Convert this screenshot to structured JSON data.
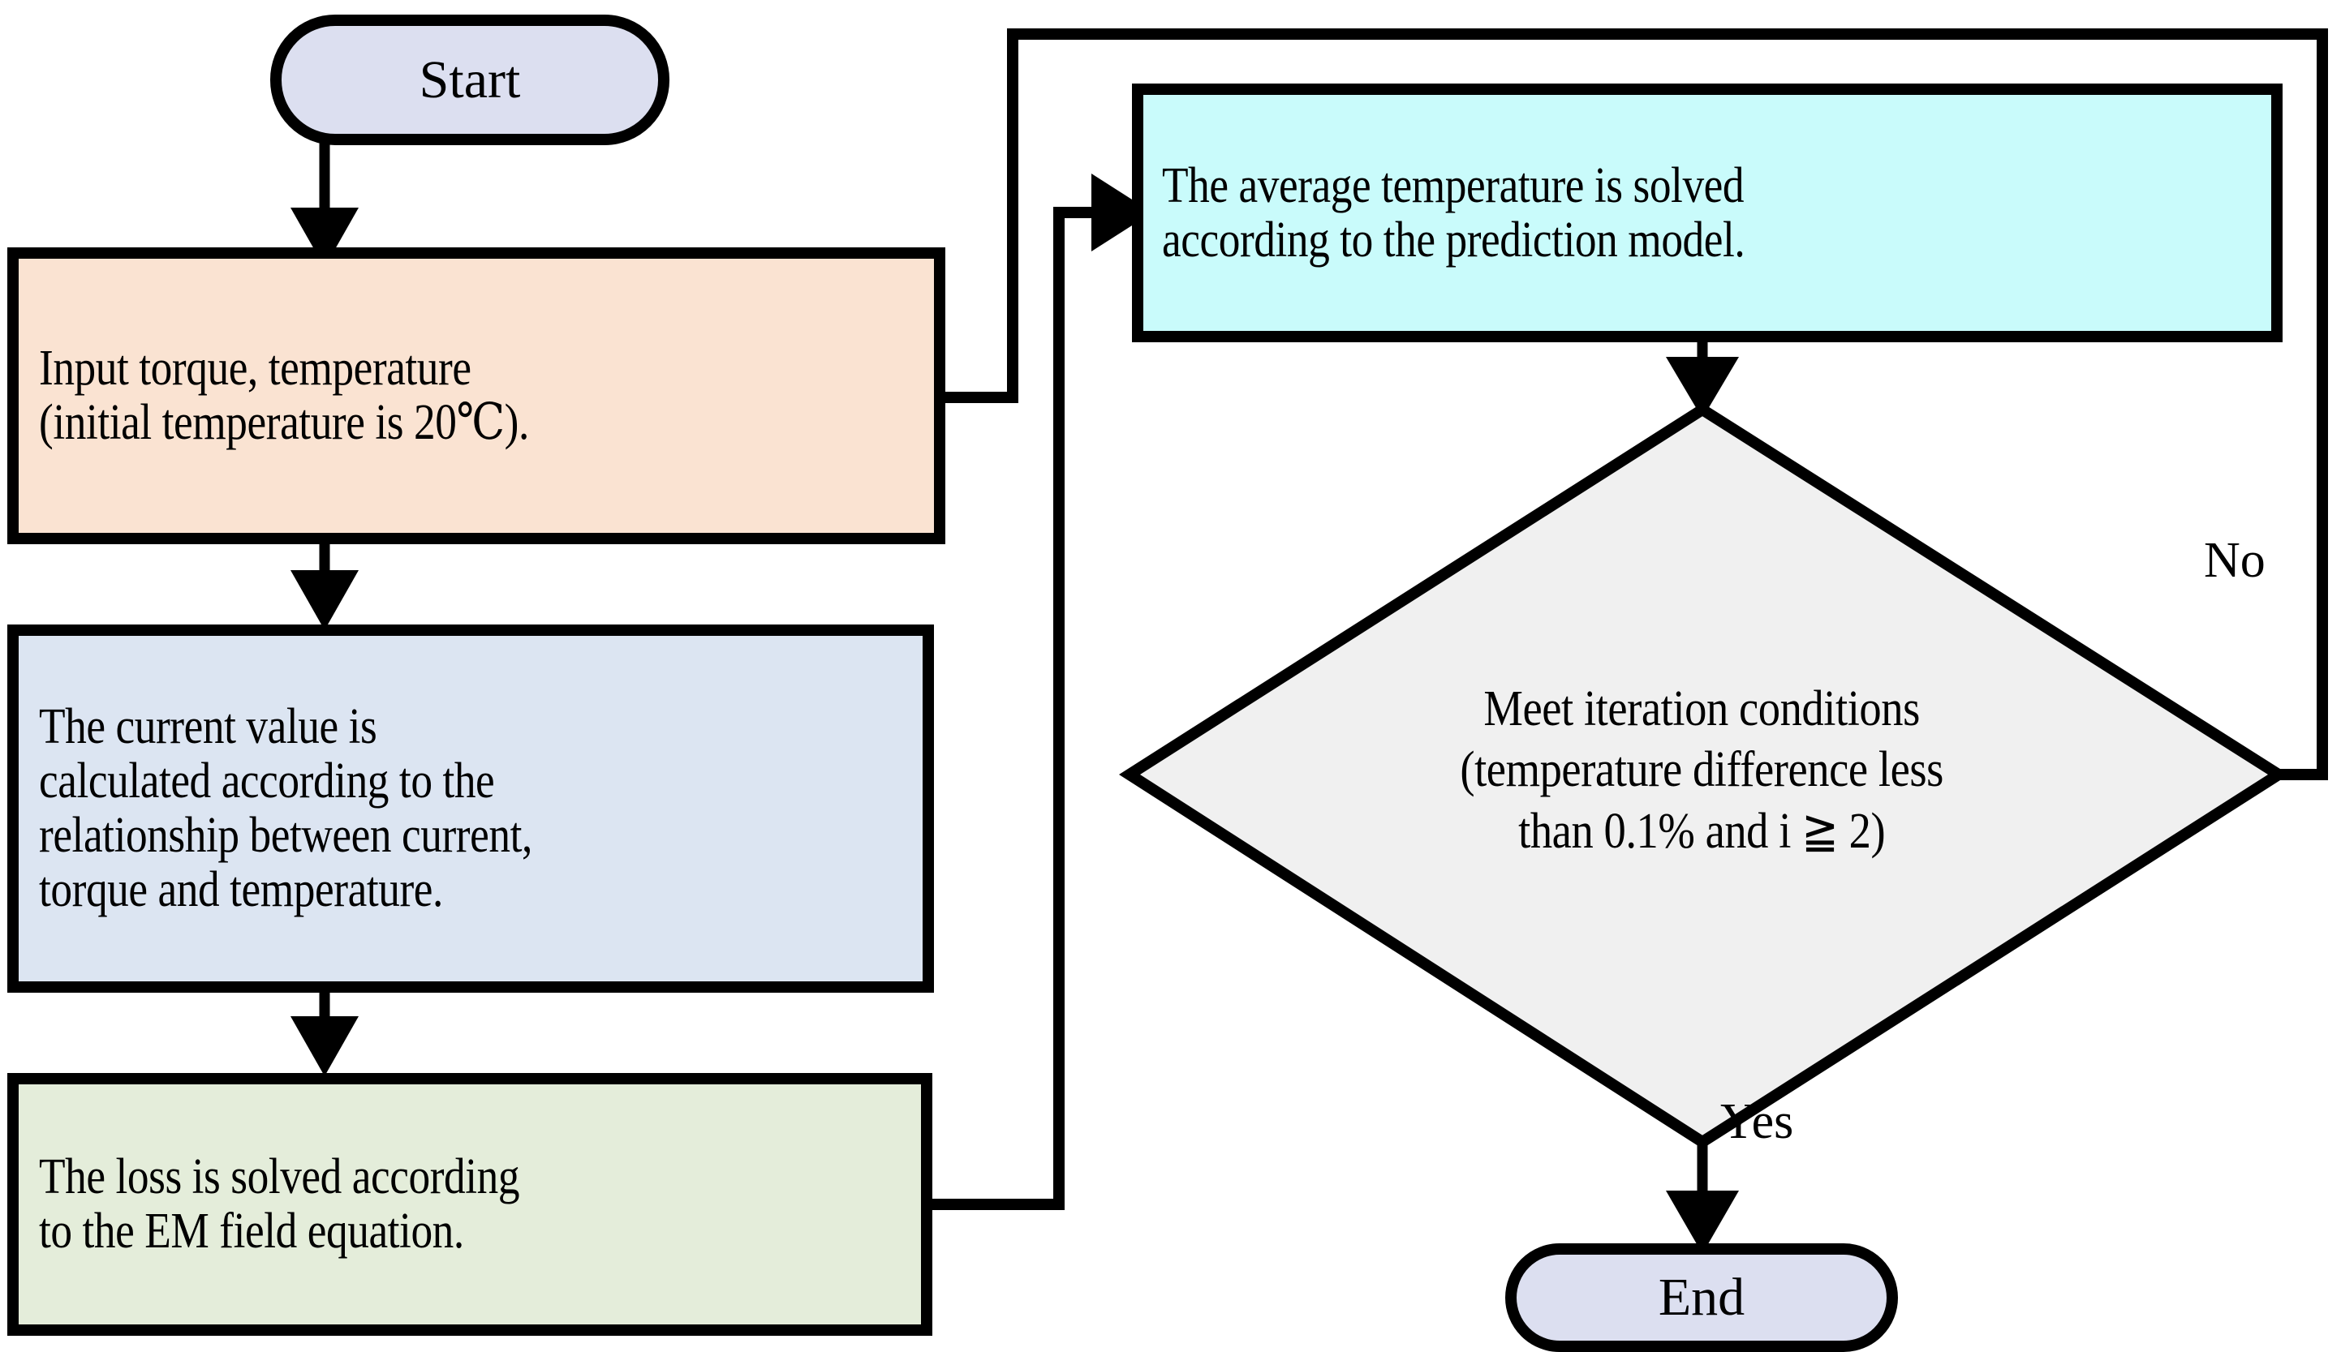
{
  "diagram": {
    "type": "flowchart",
    "title": "Iterative electromagnetic-thermal coupling calculation flowchart",
    "background_color": "#ffffff",
    "stroke_color": "#000000"
  },
  "nodes": {
    "start": {
      "label": "Start",
      "shape": "terminator",
      "fill": "#dcdff0"
    },
    "input": {
      "shape": "process",
      "fill": "#fae3d2",
      "line1": "Input torque, temperature",
      "line2": "(initial temperature is 20℃)."
    },
    "current": {
      "shape": "process",
      "fill": "#dce5f2",
      "line1": "The current value is",
      "line2": "calculated according to the",
      "line3": "relationship between current,",
      "line4": "torque and temperature."
    },
    "loss": {
      "shape": "process",
      "fill": "#e4edda",
      "line1": "The loss is solved according",
      "line2": "to the EM field equation."
    },
    "average_temperature": {
      "shape": "process",
      "fill": "#c9fbfb",
      "line1": "The average temperature is solved",
      "line2": "according to the prediction model."
    },
    "decision": {
      "shape": "diamond",
      "fill": "#f0f0f0",
      "line1": "Meet iteration conditions",
      "line2": "(temperature difference less",
      "line3": "than 0.1% and i ≧ 2)"
    },
    "end": {
      "label": "End",
      "shape": "terminator",
      "fill": "#dcdff0"
    }
  },
  "edge_labels": {
    "no": "No",
    "yes": "Yes"
  }
}
